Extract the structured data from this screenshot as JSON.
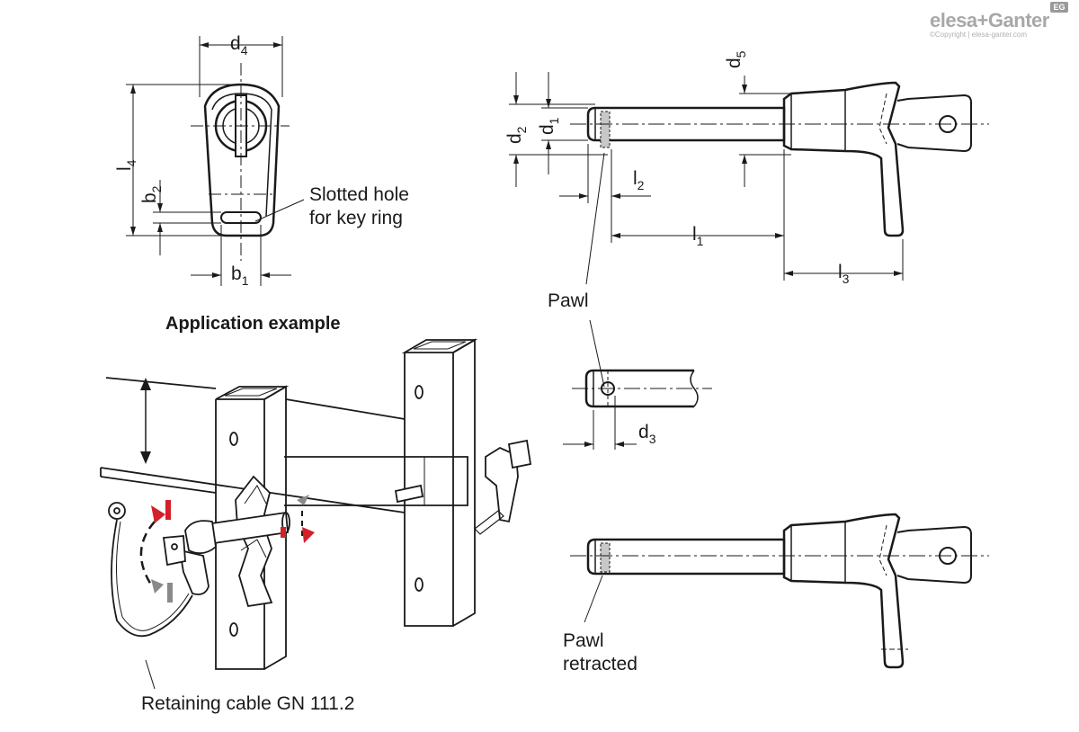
{
  "brand": {
    "name": "elesa+Ganter",
    "copyright": "©Copyright | elesa-ganter.com",
    "badge": "EG"
  },
  "front_view": {
    "d4": {
      "main": "d",
      "sub": "4"
    },
    "l4": {
      "main": "l",
      "sub": "4"
    },
    "b2": {
      "main": "b",
      "sub": "2"
    },
    "b1": {
      "main": "b",
      "sub": "1"
    },
    "callout_line1": "Slotted hole",
    "callout_line2": "for key ring"
  },
  "side_view": {
    "d5": {
      "main": "d",
      "sub": "5"
    },
    "d2": {
      "main": "d",
      "sub": "2"
    },
    "d1": {
      "main": "d",
      "sub": "1"
    },
    "l2": {
      "main": "l",
      "sub": "2"
    },
    "l1": {
      "main": "l",
      "sub": "1"
    },
    "l3": {
      "main": "l",
      "sub": "3"
    },
    "pawl": "Pawl"
  },
  "detail_view": {
    "d3": {
      "main": "d",
      "sub": "3"
    }
  },
  "retracted_view": {
    "line1": "Pawl",
    "line2": "retracted"
  },
  "application": {
    "title": "Application example",
    "cable_label": "Retaining cable GN 111.2"
  },
  "colors": {
    "line": "#1a1a1a",
    "pawl_fill": "#c8c8c8",
    "arrow_red": "#d3202a",
    "arrow_grey": "#8a8a8a",
    "brand_grey": "#a8a8a8"
  }
}
